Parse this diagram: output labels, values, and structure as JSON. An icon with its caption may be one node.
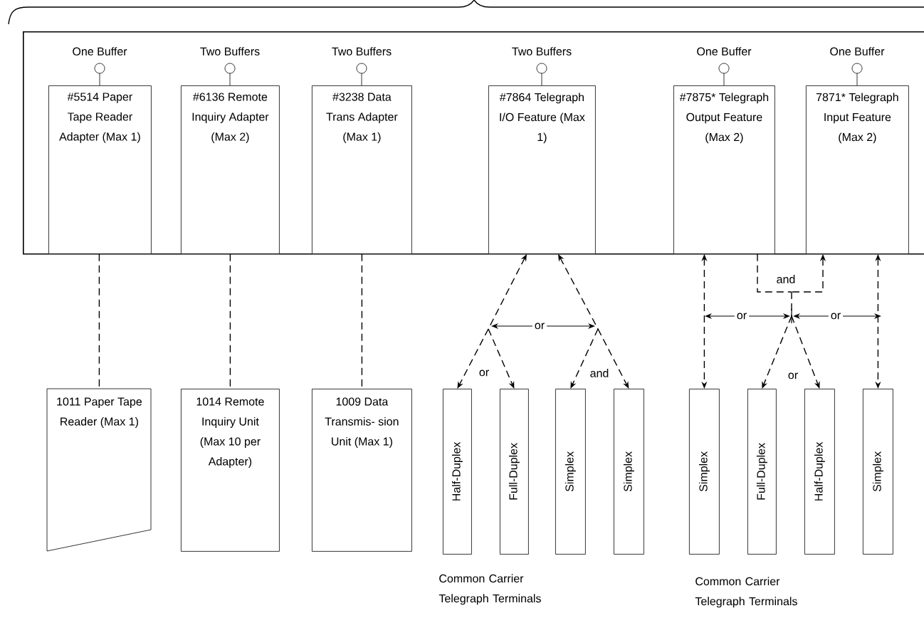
{
  "diagram": {
    "nodes": [
      {
        "text": [],
        "shape": "box"
      },
      {
        "text": [
          "One Buffer",
          "#5514 Paper Tape Reader Adapter (Max 1)"
        ],
        "in": 0
      },
      {
        "text": [
          "Two Buffers",
          "#6136 Remote Inquiry Adapter (Max 2)"
        ],
        "in": 0
      },
      {
        "text": [
          "Two Buffers",
          "#3238 Data Trans Adapter (Max 1)"
        ],
        "in": 0
      },
      {
        "text": [
          "Two Buffers",
          "#7864 Telegraph I/O Feature (Max 1)"
        ],
        "in": 0
      },
      {
        "text": [
          "One Buffer",
          "#7875* Telegraph Output Feature (Max 2)"
        ],
        "in": 0
      },
      {
        "text": [
          "One Buffer",
          "7871* Telegraph Input Feature (Max 2)"
        ],
        "in": 0
      },
      {
        "text": [
          "1011 Paper Tape Reader (Max 1)"
        ]
      },
      {
        "text": [
          "1014 Remote Inquiry Unit (Max 10 per Adapter)"
        ]
      },
      {
        "text": [
          "1009 Data Transmis- sion Unit (Max 1)"
        ]
      },
      {
        "text": [
          "Half-Duplex"
        ]
      },
      {
        "text": [
          "Full-Duplex"
        ]
      },
      {
        "text": [
          "Simplex"
        ]
      },
      {
        "text": [
          "Simplex"
        ]
      },
      {
        "text": [
          "Simplex"
        ]
      },
      {
        "text": [
          "Full-Duplex"
        ]
      },
      {
        "text": [
          "Half-Duplex"
        ]
      },
      {
        "text": [
          "Simplex"
        ]
      }
    ],
    "edges": [
      {
        "from": 1,
        "to": 7,
        "arrow": "none",
        "style": "dashed"
      },
      {
        "from": 2,
        "to": 8,
        "arrow": "none",
        "style": "dashed"
      },
      {
        "from": 3,
        "to": 9,
        "arrow": "none",
        "style": "dashed"
      },
      {
        "from": 4,
        "to": 10,
        "arrow": "both",
        "style": "dashed"
      },
      {
        "from": 4,
        "to": 11,
        "arrow": "both",
        "style": "dashed"
      },
      {
        "from": 4,
        "to": 12,
        "arrow": "both",
        "style": "dashed"
      },
      {
        "from": 4,
        "to": 13,
        "arrow": "both",
        "style": "dashed"
      },
      {
        "from": 5,
        "to": 14,
        "arrow": "both",
        "style": "dashed"
      },
      {
        "from": 5,
        "to": 15,
        "arrow": "to",
        "style": "dashed"
      },
      {
        "from": 5,
        "to": 16,
        "arrow": "to",
        "style": "dashed"
      },
      {
        "from": 6,
        "to": 15,
        "arrow": "both",
        "style": "dashed"
      },
      {
        "from": 6,
        "to": 16,
        "arrow": "both",
        "style": "dashed"
      },
      {
        "from": 6,
        "to": 17,
        "arrow": "both",
        "style": "dashed"
      }
    ],
    "labels": [
      "and",
      "or",
      "or",
      "or",
      "or",
      "and",
      "or",
      "Common Carrier Telegraph Terminals",
      "Common Carrier Telegraph Terminals"
    ]
  }
}
